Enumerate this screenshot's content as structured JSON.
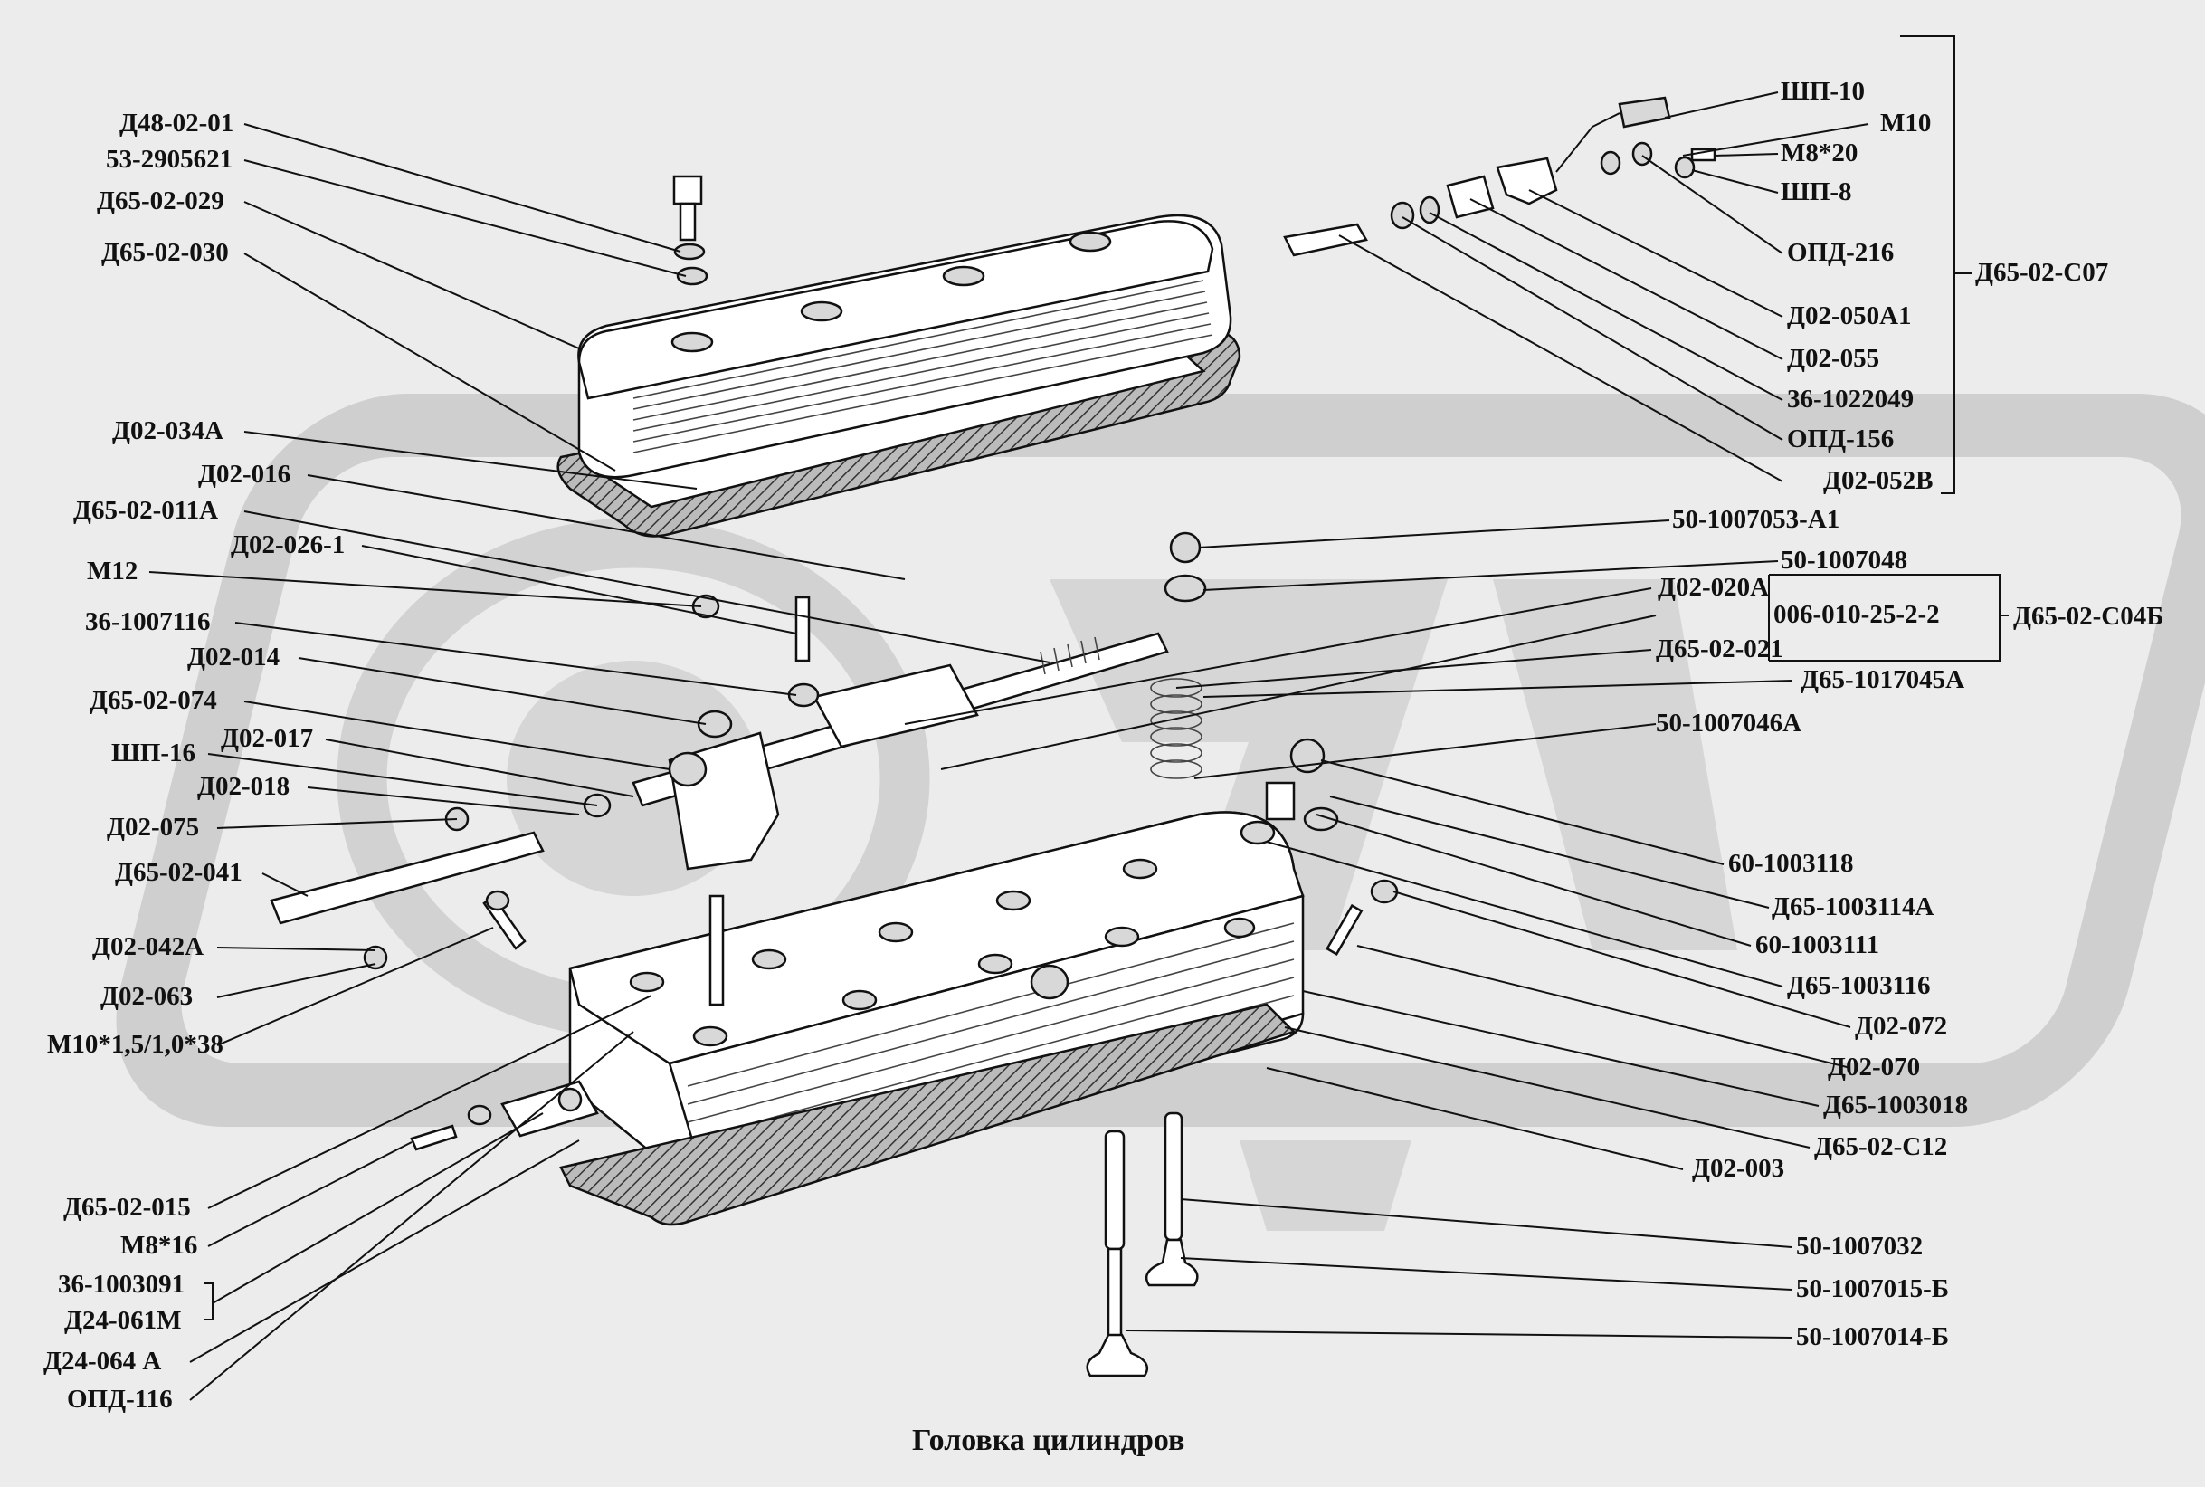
{
  "title": "Головка цилиндров",
  "left_labels": [
    "Д48-02-01",
    "53-2905621",
    "Д65-02-029",
    "Д65-02-030",
    "Д02-034А",
    "Д02-016",
    "Д65-02-011А",
    "Д02-026-1",
    "М12",
    "36-1007116",
    "Д02-014",
    "Д65-02-074",
    "Д02-017",
    "ШП-16",
    "Д02-018",
    "Д02-075",
    "Д65-02-041",
    "Д02-042А",
    "Д02-063",
    "М10*1,5/1,0*38",
    "Д65-02-015",
    "М8*16",
    "36-1003091",
    "Д24-061М",
    "Д24-064 А",
    "ОПД-116"
  ],
  "right_labels": [
    "ШП-10",
    "М10",
    "М8*20",
    "ШП-8",
    "ОПД-216",
    "Д02-050А1",
    "Д02-055",
    "36-1022049",
    "ОПД-156",
    "Д02-052В",
    "50-1007053-А1",
    "50-1007048",
    "Д02-020А",
    "006-010-25-2-2",
    "Д65-02-021",
    "Д65-1017045А",
    "50-1007046А",
    "60-1003118",
    "Д65-1003114А",
    "60-1003111",
    "Д65-1003116",
    "Д02-072",
    "Д02-070",
    "Д65-1003018",
    "Д65-02-С12",
    "Д02-003",
    "50-1007032",
    "50-1007015-Б",
    "50-1007014-Б"
  ],
  "group_labels": [
    "Д65-02-С07",
    "Д65-02-С04Б"
  ],
  "colors": {
    "background": "#ececec",
    "ink": "#111111",
    "watermark": "#d0d0d0"
  }
}
